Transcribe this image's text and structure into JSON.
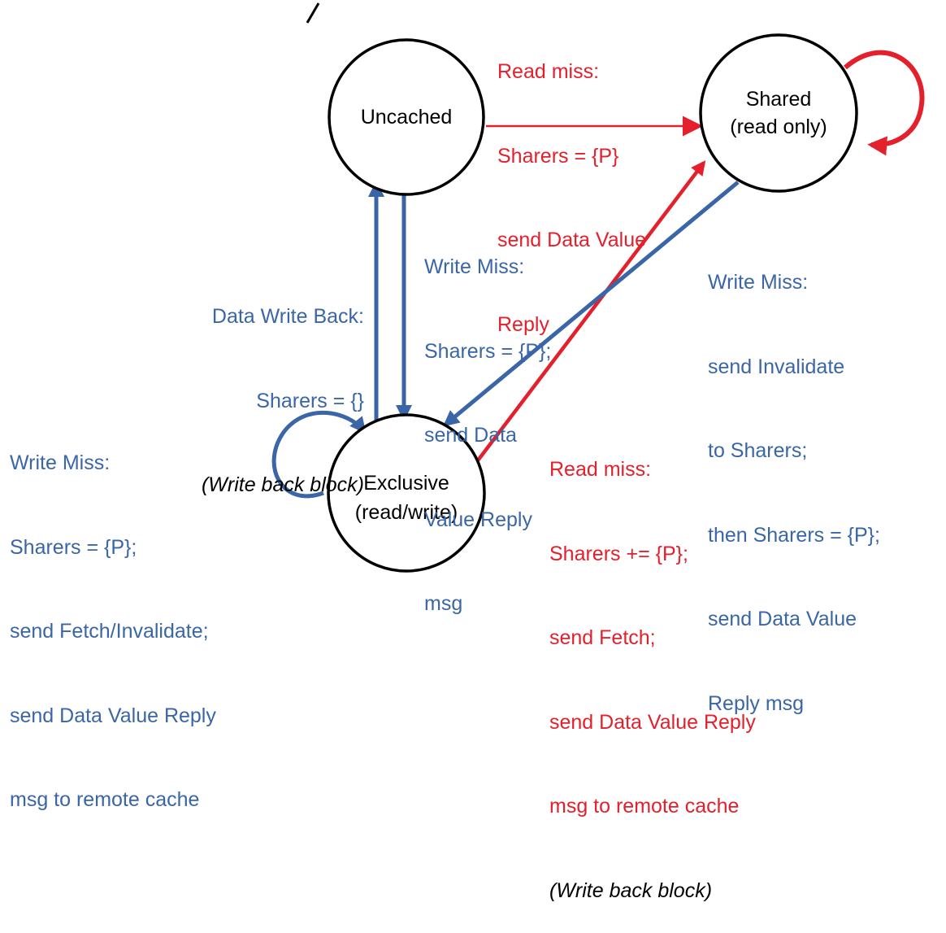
{
  "states": {
    "uncached": {
      "name": "Uncached"
    },
    "shared": {
      "name": "Shared",
      "sub": "(read only)"
    },
    "exclusive": {
      "name": "Exclusive",
      "sub": "(read/write)"
    }
  },
  "transitions": {
    "uncached_to_shared": {
      "lines": [
        "Read miss:",
        "Sharers = {P}",
        "send Data Value",
        "Reply"
      ]
    },
    "uncached_to_exclusive": {
      "lines": [
        "Write Miss:",
        "Sharers = {P};",
        "send Data",
        "Value Reply",
        "msg"
      ]
    },
    "exclusive_to_uncached": {
      "lines": [
        "Data Write Back:",
        "Sharers = {}"
      ],
      "note": "(Write back block)"
    },
    "shared_to_exclusive": {
      "lines": [
        "Write Miss:",
        "send Invalidate",
        "to Sharers;",
        "then Sharers = {P};",
        "send Data Value",
        "Reply msg"
      ]
    },
    "exclusive_self": {
      "lines": [
        "Write Miss:",
        "Sharers = {P};",
        "send Fetch/Invalidate;",
        "send Data Value Reply",
        "msg to remote cache"
      ]
    },
    "exclusive_to_shared": {
      "lines": [
        "Read miss:",
        "Sharers += {P};",
        "send Fetch;",
        "send Data Value Reply",
        "msg to remote cache"
      ],
      "note": "(Write back block)"
    }
  },
  "colors": {
    "red": "#e3202c",
    "blue": "#3a66a7",
    "black": "#000000"
  }
}
